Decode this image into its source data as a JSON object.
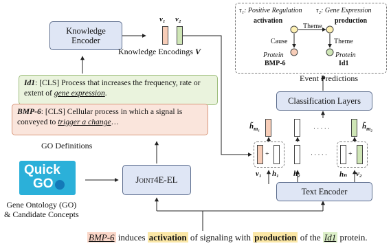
{
  "knowledge_encoder": {
    "line1": "Knowledge",
    "line2": "Encoder"
  },
  "knowledge_encodings": {
    "label": "Knowledge Encodings",
    "symbol": "V",
    "v1": "v₁",
    "v2": "v₂"
  },
  "definitions": {
    "id1": {
      "term": "Id1",
      "prefix": ": [CLS] Process that increases the frequency, rate or extent of ",
      "link": "gene expression",
      "suffix": "."
    },
    "bmp6": {
      "term": "BMP-6",
      "prefix": ": [CLS] Cellular process in which a signal is conveyed to ",
      "link": "trigger a change",
      "suffix": "…"
    },
    "caption": "GO Definitions"
  },
  "quickgo": {
    "line1": "Quick",
    "line2": "GO"
  },
  "gene_ontology": {
    "line1": "Gene Ontology (GO)",
    "line2": "& Candidate Concepts"
  },
  "joint": {
    "label": "Joint4E-EL"
  },
  "event": {
    "t1_sym": "τ₁",
    "t1_name": ": Positive Regulation",
    "t2_sym": "τ₂",
    "t2_name": ": Gene Expression",
    "activation": "activation",
    "production": "production",
    "theme1": "Theme",
    "theme2": "Theme",
    "cause": "Cause",
    "protein1": "Protein",
    "bmp6": "BMP-6",
    "protein2": "Protein",
    "id1": "Id1",
    "caption": "Event Predictions"
  },
  "classification": {
    "label": "Classification Layers"
  },
  "text_encoder": {
    "label": "Text Encoder"
  },
  "vectors": {
    "hm1": "h̃",
    "hm1_sub": "m₁",
    "hm2": "h̃",
    "hm2_sub": "m₂",
    "dots_top": "· · · · ·",
    "dots_bot": "· · · · ·",
    "v1": "v₁",
    "h1": "h₁",
    "h2": "h₂",
    "hn": "hₙ",
    "v2": "v₂",
    "plus": "+"
  },
  "sentence": {
    "bmp6": "BMP-6",
    "t1": " induces ",
    "activation": "activation",
    "t2": " of signaling with ",
    "production": "production",
    "t3": " of the ",
    "id1": "Id1",
    "t4": " protein."
  }
}
